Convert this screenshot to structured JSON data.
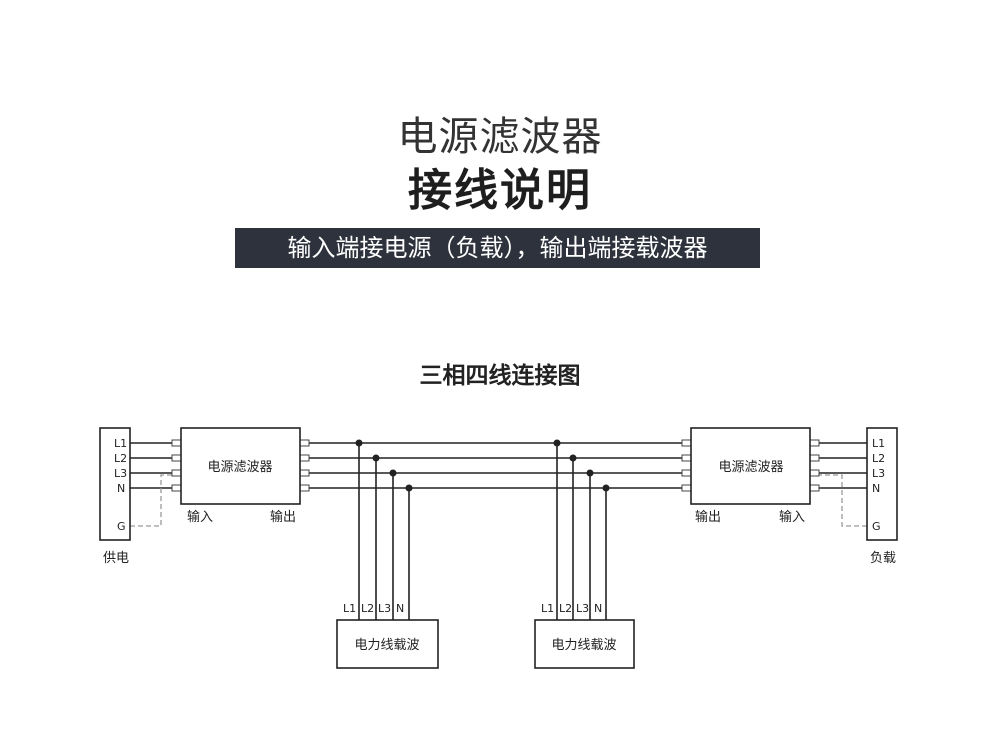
{
  "header": {
    "title": "电源滤波器",
    "subtitle": "接线说明",
    "banner": "输入端接电源（负载），输出端接载波器"
  },
  "diagram": {
    "title": "三相四线连接图",
    "filter_label": "电源滤波器",
    "input_label": "输入",
    "output_label": "输出",
    "supply_label": "供电",
    "load_label": "负载",
    "terminals": [
      "L1",
      "L2",
      "L3",
      "N",
      "G"
    ],
    "carrier_label": "电力线载波",
    "carrier_terminals": [
      "L1",
      "L2",
      "L3",
      "N"
    ]
  }
}
